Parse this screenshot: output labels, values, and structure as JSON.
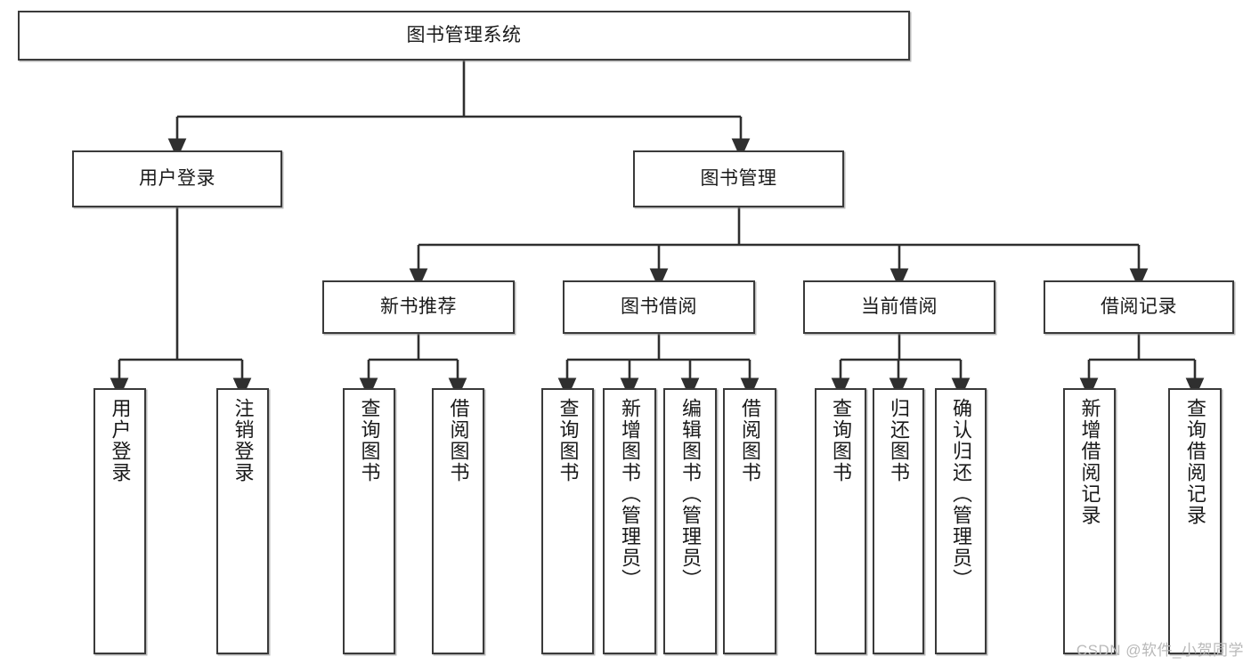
{
  "diagram": {
    "title": "图书管理系统",
    "type": "tree-hierarchy",
    "watermark": "CSDN @软件_小贺同学",
    "colors": {
      "box_border": "#3a3a3a",
      "box_fill": "#ffffff",
      "edge": "#2f2f2f",
      "text": "#1a1a1a",
      "watermark": "#b9b9b9"
    }
  },
  "nodes": {
    "root": {
      "label": "图书管理系统"
    },
    "level2": [
      {
        "id": "user-login",
        "label": "用户登录"
      },
      {
        "id": "book-manage",
        "label": "图书管理"
      }
    ],
    "level3": [
      {
        "id": "new-book-recommend",
        "label": "新书推荐"
      },
      {
        "id": "book-borrow",
        "label": "图书借阅"
      },
      {
        "id": "current-borrow",
        "label": "当前借阅"
      },
      {
        "id": "borrow-record",
        "label": "借阅记录"
      }
    ],
    "leaves": {
      "user_login": [
        {
          "id": "leaf-user-login",
          "label": "用户登录"
        },
        {
          "id": "leaf-logout-login",
          "label": "注销登录"
        }
      ],
      "new_book_recommend": [
        {
          "id": "leaf-query-book-1",
          "label": "查询图书"
        },
        {
          "id": "leaf-borrow-book-1",
          "label": "借阅图书"
        }
      ],
      "book_borrow": [
        {
          "id": "leaf-query-book-2",
          "label": "查询图书"
        },
        {
          "id": "leaf-add-book",
          "label": "新增图书（管理员）"
        },
        {
          "id": "leaf-edit-book",
          "label": "编辑图书（管理员）"
        },
        {
          "id": "leaf-borrow-book-2",
          "label": "借阅图书"
        }
      ],
      "current_borrow": [
        {
          "id": "leaf-query-book-3",
          "label": "查询图书"
        },
        {
          "id": "leaf-return-book",
          "label": "归还图书"
        },
        {
          "id": "leaf-confirm-return",
          "label": "确认归还（管理员）"
        }
      ],
      "borrow_record": [
        {
          "id": "leaf-add-record",
          "label": "新增借阅记录"
        },
        {
          "id": "leaf-query-record",
          "label": "查询借阅记录"
        }
      ]
    }
  }
}
